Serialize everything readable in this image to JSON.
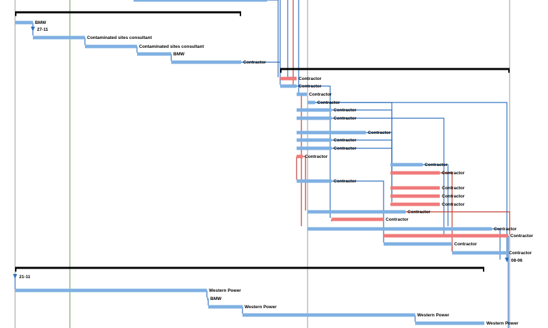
{
  "chart_data": {
    "type": "gantt",
    "timeline": {
      "grid_lines": [
        "day_a",
        "day_b",
        "day_c",
        "day_d"
      ],
      "today_marker_color": "#5a9a4a"
    },
    "colors": {
      "task": "#7fb0e3",
      "critical": "#f07a7a",
      "summary": "#000000",
      "link": "#2f6fbf",
      "critical_link": "#c0392b",
      "milestone": "#2f6fbf"
    },
    "summaries": [
      {
        "name": ""
      },
      {
        "name": ""
      },
      {
        "name": ""
      }
    ],
    "tasks": [
      {
        "resource": "",
        "critical": false
      },
      {
        "resource": "BMW",
        "critical": false
      },
      {
        "resource": "Contaminated sites consultant",
        "critical": false
      },
      {
        "resource": "Contaminated sites consultant",
        "critical": false
      },
      {
        "resource": "BMW",
        "critical": false
      },
      {
        "resource": "Contractor",
        "critical": false
      },
      {
        "resource": "Contractor",
        "critical": true
      },
      {
        "resource": "Contractor",
        "critical": false
      },
      {
        "resource": "Contractor",
        "critical": false
      },
      {
        "resource": "Contractor",
        "critical": false
      },
      {
        "resource": "Contractor",
        "critical": false
      },
      {
        "resource": "Contractor",
        "critical": false
      },
      {
        "resource": "Contractor",
        "critical": false
      },
      {
        "resource": "Contractor",
        "critical": false
      },
      {
        "resource": "Contractor",
        "critical": false
      },
      {
        "resource": "Contractor",
        "critical": true
      },
      {
        "resource": "Contractor",
        "critical": false
      },
      {
        "resource": "Contractor",
        "critical": false
      },
      {
        "resource": "Contractor",
        "critical": true
      },
      {
        "resource": "Contractor",
        "critical": true
      },
      {
        "resource": "Contractor",
        "critical": true
      },
      {
        "resource": "Contractor",
        "critical": true
      },
      {
        "resource": "Contractor",
        "critical": true
      },
      {
        "resource": "Contractor",
        "critical": false
      },
      {
        "resource": "Contractor",
        "critical": false
      },
      {
        "resource": "Contractor",
        "critical": true
      },
      {
        "resource": "Contractor",
        "critical": false
      },
      {
        "resource": "Contractor",
        "critical": false
      },
      {
        "resource": "Western Power",
        "critical": false
      },
      {
        "resource": "BMW",
        "critical": false
      },
      {
        "resource": "Western Power",
        "critical": false
      },
      {
        "resource": "Western Power",
        "critical": false
      },
      {
        "resource": "Western Power",
        "critical": false
      }
    ],
    "milestones": [
      {
        "label": "27-11"
      },
      {
        "label": "08-06"
      },
      {
        "label": "21-11"
      }
    ]
  }
}
